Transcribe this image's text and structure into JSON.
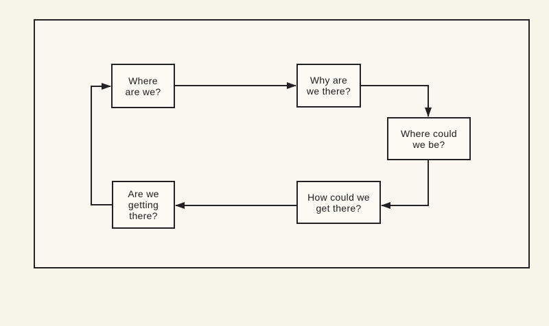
{
  "diagram": {
    "nodes": [
      {
        "id": "where-are-we",
        "lines": [
          "Where",
          "are we?"
        ]
      },
      {
        "id": "why-are-we-there",
        "lines": [
          "Why are",
          "we there?"
        ]
      },
      {
        "id": "where-could-we-be",
        "lines": [
          "Where could",
          "we be?"
        ]
      },
      {
        "id": "how-could-we-get-there",
        "lines": [
          "How could we",
          "get there?"
        ]
      },
      {
        "id": "are-we-getting-there",
        "lines": [
          "Are we",
          "getting",
          "there?"
        ]
      }
    ],
    "edges": [
      {
        "from": "where-are-we",
        "to": "why-are-we-there"
      },
      {
        "from": "why-are-we-there",
        "to": "where-could-we-be"
      },
      {
        "from": "where-could-we-be",
        "to": "how-could-we-get-there"
      },
      {
        "from": "how-could-we-get-there",
        "to": "are-we-getting-there"
      },
      {
        "from": "are-we-getting-there",
        "to": "where-are-we"
      }
    ]
  }
}
